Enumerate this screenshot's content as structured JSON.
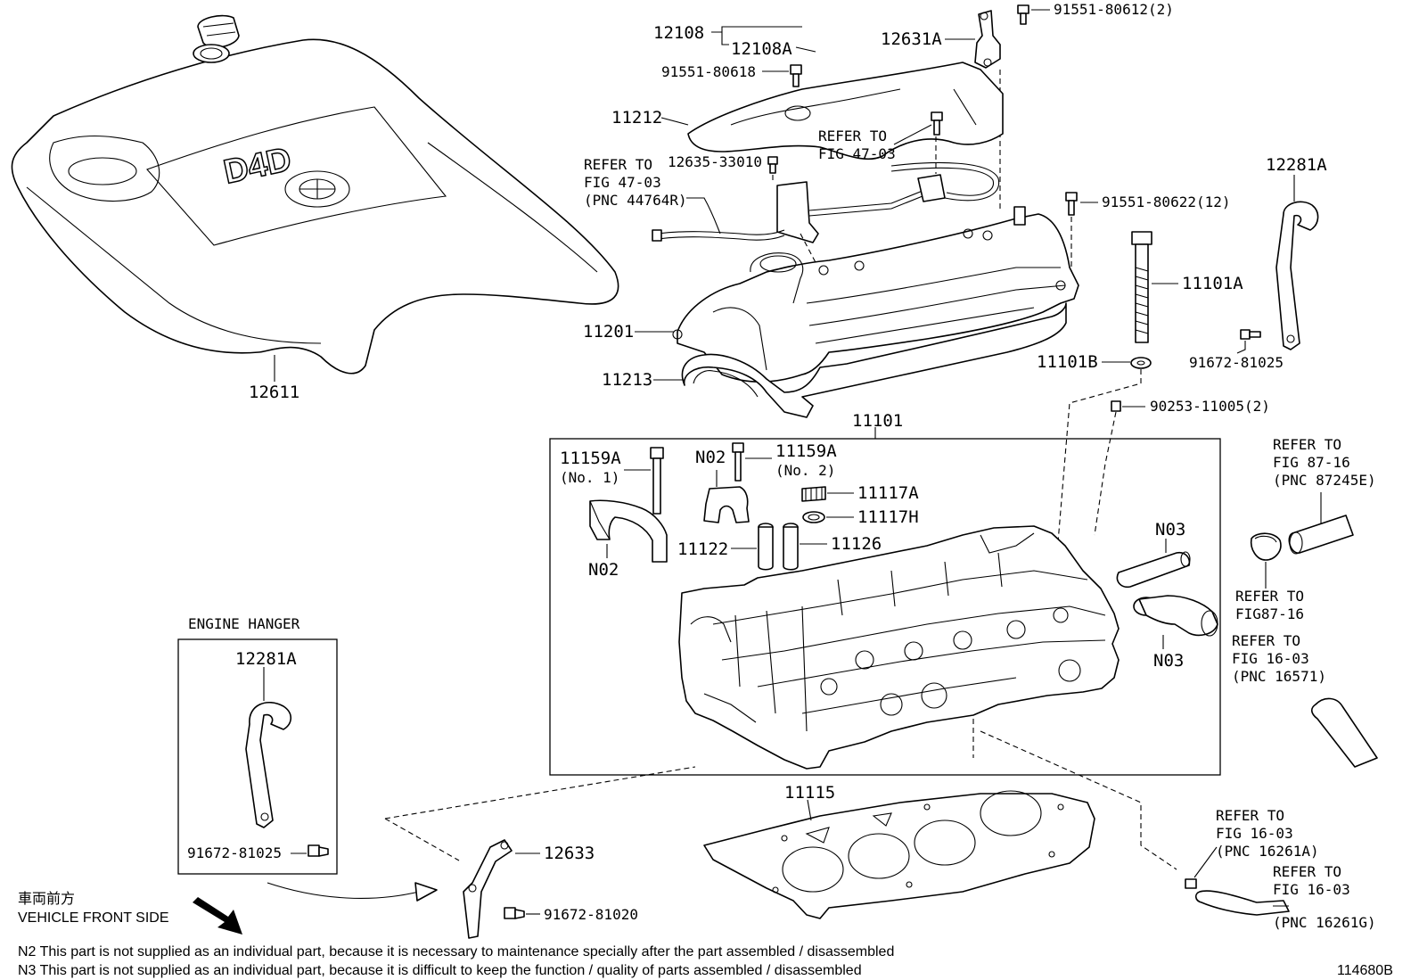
{
  "figure_code": "114680B",
  "parts": {
    "p12611": "12611",
    "p12108": "12108",
    "p12108A": "12108A",
    "p91551_80618": "91551-80618",
    "p12631A": "12631A",
    "p91551_80612": "91551-80612(2)",
    "p11212": "11212",
    "p12635": "12635-33010",
    "p91551_80622": "91551-80622(12)",
    "p12281A_top": "12281A",
    "p11101A": "11101A",
    "p11201": "11201",
    "p11213": "11213",
    "p11101B": "11101B",
    "p91672_81025_top": "91672-81025",
    "p90253": "90253-11005(2)",
    "p11101": "11101",
    "p11159A_1": "11159A",
    "p11159A_1_sub": "(No. 1)",
    "p11159A_2": "11159A",
    "p11159A_2_sub": "(No. 2)",
    "pN02_a": "N02",
    "pN02_b": "N02",
    "p11117A": "11117A",
    "p11117H": "11117H",
    "p11122": "11122",
    "p11126": "11126",
    "pN03_a": "N03",
    "pN03_b": "N03",
    "p11115": "11115",
    "p12633": "12633",
    "p91672_81020": "91672-81020",
    "p12281A_box": "12281A",
    "p91672_81025_box": "91672-81025"
  },
  "refs": {
    "r1_l1": "REFER TO",
    "r1_l2": "FIG 47-03",
    "r1_l3": "(PNC 44764R)",
    "r2_l1": "REFER TO",
    "r2_l2": "FIG 47-03",
    "r3_l1": "REFER TO",
    "r3_l2": "FIG 87-16",
    "r3_l3": "(PNC 87245E)",
    "r4_l1": "REFER TO",
    "r4_l2": "FIG87-16",
    "r5_l1": "REFER TO",
    "r5_l2": "FIG 16-03",
    "r5_l3": "(PNC 16571)",
    "r6_l1": "REFER TO",
    "r6_l2": "FIG 16-03",
    "r6_l3": "(PNC 16261A)",
    "r7_l1": "REFER TO",
    "r7_l2": "FIG 16-03",
    "r7_l3": "(PNC 16261G)"
  },
  "engine_hanger_title": "ENGINE HANGER",
  "vehicle_front_jp": "車両前方",
  "vehicle_front_en": "VEHICLE FRONT SIDE",
  "notes": {
    "n2": "N2  This part is not supplied as an individual part, because it is necessary to maintenance specially after the part assembled / disassembled",
    "n3": "N3  This part is not supplied as an individual part, because it is difficult to keep the function / quality of parts  assembled / disassembled"
  }
}
